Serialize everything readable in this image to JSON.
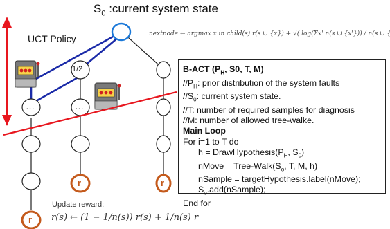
{
  "root_label": {
    "prefix": "S",
    "sub": "0",
    "text": " :current system state"
  },
  "policy_label": "UCT Policy",
  "formula_top": "nextnode ← argmax x in child(s) r(s ∪ {x}) + √( log(Σx' n(s ∪ {x'})) / n(s ∪ {x}) )",
  "node_half": "1/2",
  "dots": "…",
  "r_label": "r",
  "reward_label": "Update reward:",
  "formula_bottom": "r(s) ← (1 − 1/n(s)) r(s) + 1/n(s) r",
  "algorithm": {
    "title": "B-ACT (P",
    "title_sub": "H",
    "title_rest": ", S0, T, M)",
    "c1_pre": "//P",
    "c1_sub": "H",
    "c1_rest": ": prior distribution of the system faults",
    "c2_pre": "//S",
    "c2_sub": "0",
    "c2_rest": ": current system state.",
    "c3": "//T: number of required samples for diagnosis",
    "c4": "//M: number of allowed tree-walke.",
    "main_loop": "Main Loop",
    "for_line": "For i=1 to T do",
    "l1_a": "h = DrawHypothesis(P",
    "l1_sub": "H",
    "l1_b": ",  S",
    "l1_sub2": "0",
    "l1_c": ")",
    "l2_a": "nMove = Tree-Walk(S",
    "l2_sub": "o",
    "l2_b": ", T, M, h)",
    "l3": "nSample = targetHypothesis.label(nMove);",
    "l4_a": "S",
    "l4_sub": "o",
    "l4_b": ".add(nSample);",
    "end_for": "End for"
  },
  "colors": {
    "red": "#e8161e",
    "blue": "#1a2aa8",
    "node_blue": "#1a78d8",
    "orange": "#c45a1c"
  }
}
